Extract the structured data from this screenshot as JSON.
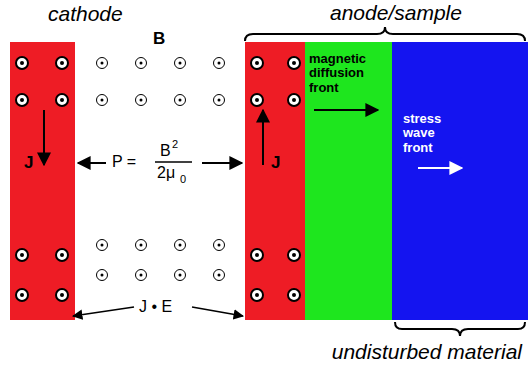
{
  "diagram": {
    "nodes": [
      {
        "text": [
          "cathode",
          "J"
        ]
      },
      {
        "text": [
          "J"
        ]
      },
      {
        "text": [
          "magnetic diffusion front"
        ]
      },
      {
        "text": [
          "stress wave front"
        ]
      }
    ],
    "labels": [
      "anode/sample",
      "B",
      "P =",
      "B",
      "2",
      "2μ",
      "0",
      "J • E",
      "undisturbed material"
    ]
  }
}
